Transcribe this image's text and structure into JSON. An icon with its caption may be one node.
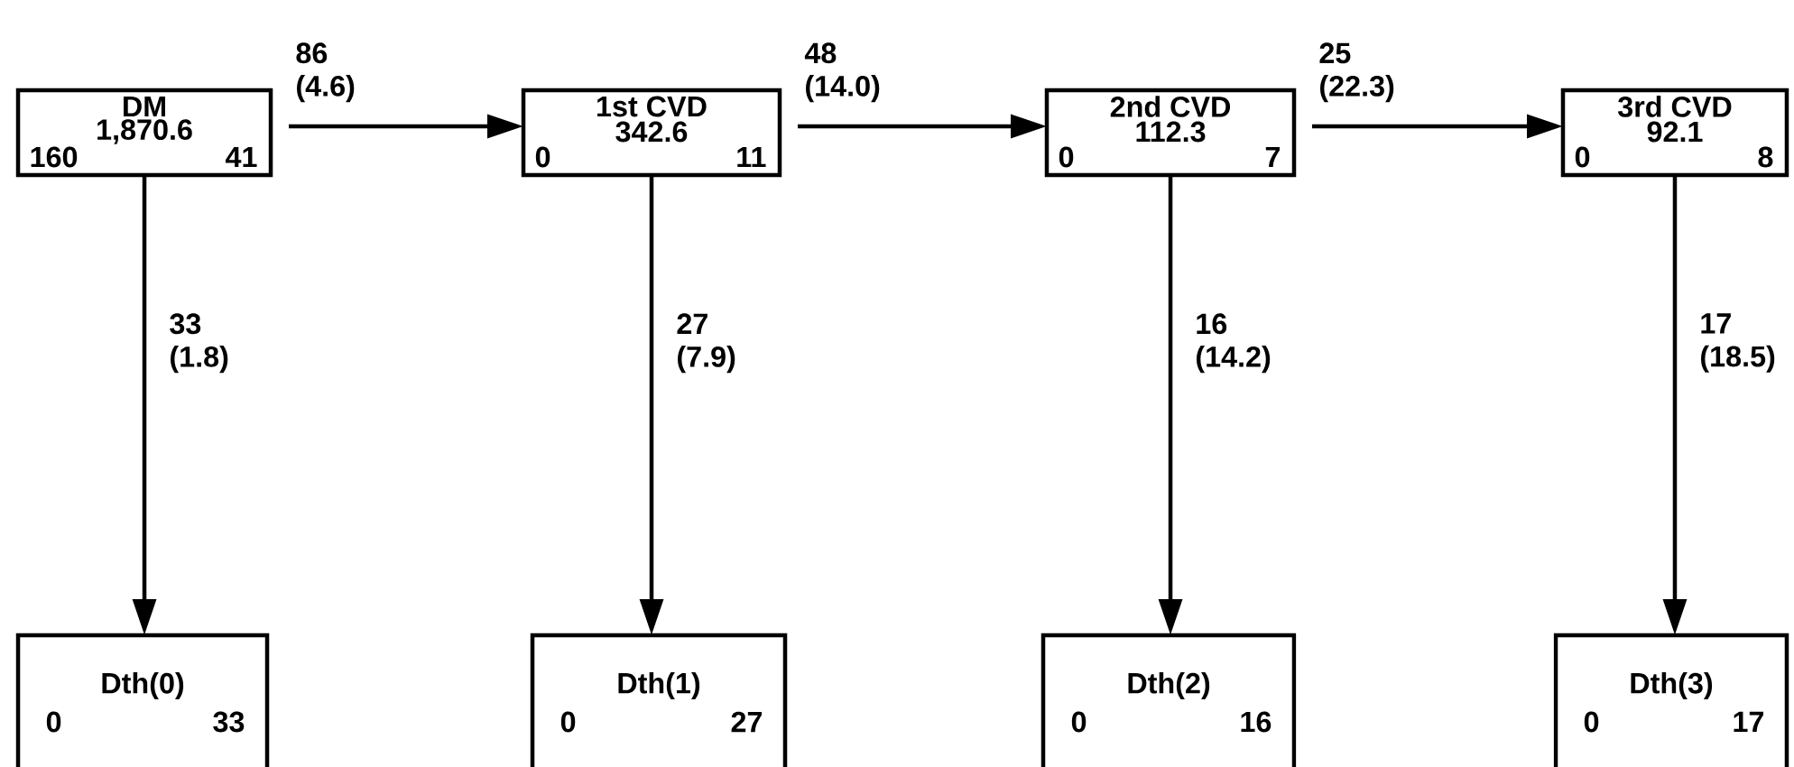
{
  "diagram": {
    "nodes": [
      {
        "text": [
          "DM",
          "1,870.6",
          "160",
          "41"
        ]
      },
      {
        "text": [
          "1st CVD",
          "342.6",
          "0",
          "11"
        ]
      },
      {
        "text": [
          "2nd CVD",
          "112.3",
          "0",
          "7"
        ]
      },
      {
        "text": [
          "3rd CVD",
          "92.1",
          "0",
          "8"
        ]
      },
      {
        "text": [
          "Dth(0)",
          "0",
          "33"
        ]
      },
      {
        "text": [
          "Dth(1)",
          "0",
          "27"
        ]
      },
      {
        "text": [
          "Dth(2)",
          "0",
          "16"
        ]
      },
      {
        "text": [
          "Dth(3)",
          "0",
          "17"
        ]
      }
    ],
    "edges": [
      {
        "from": 0,
        "to": 1,
        "arrow": "to",
        "label": "86 (4.6)"
      },
      {
        "from": 1,
        "to": 2,
        "arrow": "to",
        "label": "48 (14.0)"
      },
      {
        "from": 2,
        "to": 3,
        "arrow": "to",
        "label": "25 (22.3)"
      },
      {
        "from": 0,
        "to": 4,
        "arrow": "to",
        "label": "33 (1.8)"
      },
      {
        "from": 1,
        "to": 5,
        "arrow": "to",
        "label": "27 (7.9)"
      },
      {
        "from": 2,
        "to": 6,
        "arrow": "to",
        "label": "16 (14.2)"
      },
      {
        "from": 3,
        "to": 7,
        "arrow": "to",
        "label": "17 (18.5)"
      }
    ]
  }
}
